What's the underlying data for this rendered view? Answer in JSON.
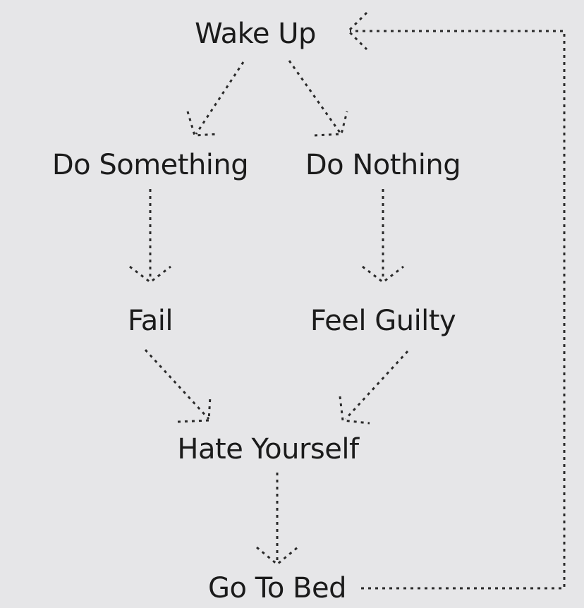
{
  "diagram": {
    "nodes": {
      "wake_up": "Wake Up",
      "do_something": "Do Something",
      "do_nothing": "Do Nothing",
      "fail": "Fail",
      "feel_guilty": "Feel Guilty",
      "hate_yourself": "Hate Yourself",
      "go_to_bed": "Go To Bed"
    },
    "edges": [
      {
        "from": "wake_up",
        "to": "do_something"
      },
      {
        "from": "wake_up",
        "to": "do_nothing"
      },
      {
        "from": "do_something",
        "to": "fail"
      },
      {
        "from": "do_nothing",
        "to": "feel_guilty"
      },
      {
        "from": "fail",
        "to": "hate_yourself"
      },
      {
        "from": "feel_guilty",
        "to": "hate_yourself"
      },
      {
        "from": "hate_yourself",
        "to": "go_to_bed"
      },
      {
        "from": "go_to_bed",
        "to": "wake_up"
      }
    ],
    "edge_style": "dotted",
    "text_color": "#1b1b1b",
    "line_color": "#2a2a2a",
    "background": "#e6e6e8"
  }
}
